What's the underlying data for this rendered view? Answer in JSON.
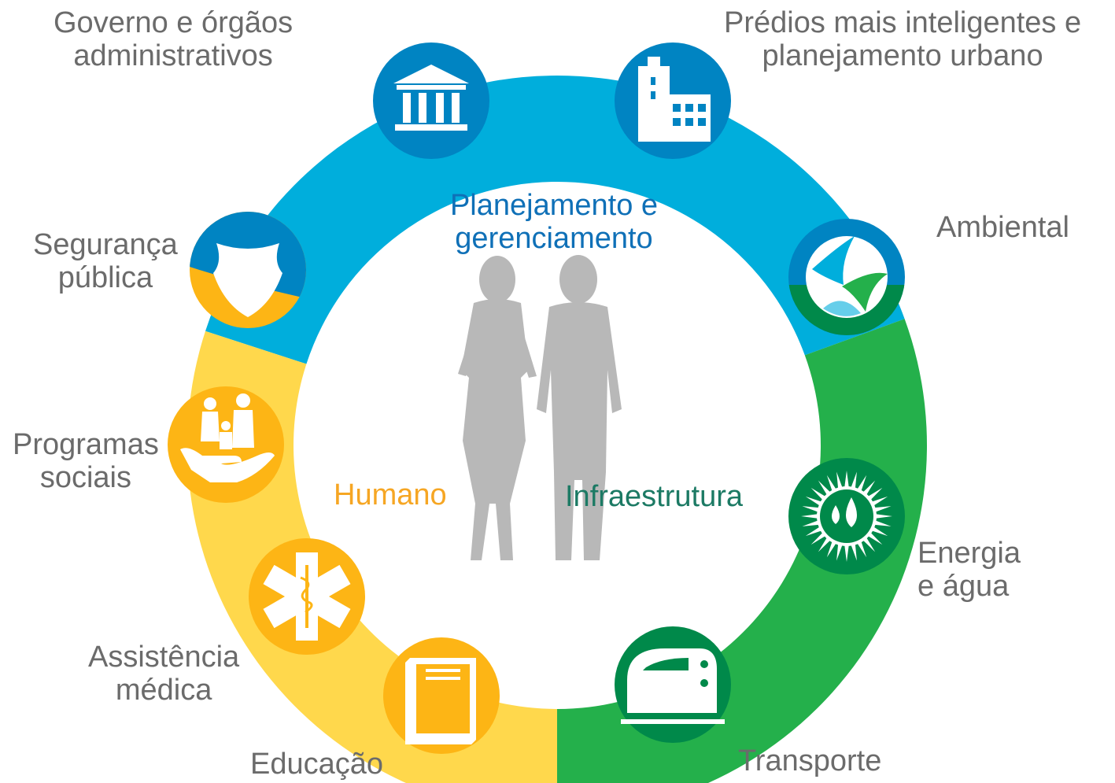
{
  "colors": {
    "blue_ring": "#00aedc",
    "blue_circle": "#0084c2",
    "green_ring": "#24b04b",
    "green_circle": "#00894a",
    "yellow_ring": "#ffd84c",
    "yellow_circle": "#fdb515",
    "figures": "#b8b8b8",
    "label_gray": "#6b6b6b",
    "planning_text": "#0f70b7",
    "human_text": "#f6a623",
    "infra_text": "#1c7a64"
  },
  "center": {
    "planning": {
      "line1": "Planejamento e",
      "line2": "gerenciamento"
    },
    "human": "Humano",
    "infrastructure": "Infraestrutura"
  },
  "segments": [
    {
      "id": "governo",
      "line1": "Governo e órgãos",
      "line2": "administrativos",
      "icon": "government-building-icon",
      "group": "blue"
    },
    {
      "id": "predios",
      "line1": "Prédios mais inteligentes e",
      "line2": "planejamento urbano",
      "icon": "buildings-icon",
      "group": "blue"
    },
    {
      "id": "ambiental",
      "line1": "Ambiental",
      "line2": "",
      "icon": "leaf-drop-icon",
      "group": "blue"
    },
    {
      "id": "energia",
      "line1": "Energia",
      "line2": "e água",
      "icon": "sun-water-icon",
      "group": "green"
    },
    {
      "id": "transporte",
      "line1": "Transporte",
      "line2": "",
      "icon": "train-icon",
      "group": "green"
    },
    {
      "id": "educacao",
      "line1": "Educação",
      "line2": "",
      "icon": "book-icon",
      "group": "yellow"
    },
    {
      "id": "assistencia",
      "line1": "Assistência",
      "line2": "médica",
      "icon": "medical-star-icon",
      "group": "yellow"
    },
    {
      "id": "programas",
      "line1": "Programas",
      "line2": "sociais",
      "icon": "family-hand-icon",
      "group": "yellow"
    },
    {
      "id": "seguranca",
      "line1": "Segurança",
      "line2": "pública",
      "icon": "police-badge-icon",
      "group": "blue"
    }
  ]
}
